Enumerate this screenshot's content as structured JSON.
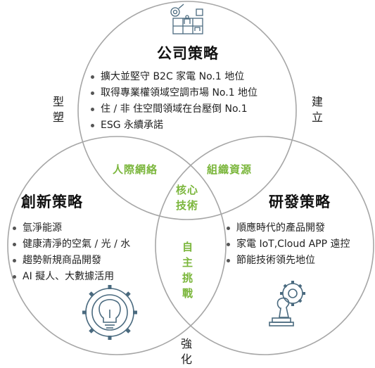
{
  "colors": {
    "ring": "#a6a6a6",
    "accent": "#7bb63c",
    "icon": "#4a6a7f"
  },
  "icons": {
    "company": "strategy-board-icon",
    "innovation": "lightbulb-gear-icon",
    "rd": "chess-gear-icon"
  },
  "company": {
    "title": "公司策略",
    "items": [
      "擴大並堅守 B2C 家電 No.1 地位",
      "取得專業權領域空調市場 No.1 地位",
      "住 / 非 住空間領域在台壓倒 No.1",
      "ESG 永續承諾"
    ]
  },
  "innovation": {
    "title": "創新策略",
    "items": [
      "氫淨能源",
      "健康清淨的空氣 / 光 / 水",
      "趨勢新規商品開發",
      "AI 擬人、大數據活用"
    ]
  },
  "rd": {
    "title": "研發策略",
    "items": [
      "順應時代的產品開發",
      "家電 IoT,Cloud APP 遠控",
      "節能技術領先地位"
    ]
  },
  "overlaps": {
    "company_innovation": "人際網絡",
    "company_rd": "組織資源",
    "innovation_rd": "自主挑戰",
    "core": "核心技術"
  },
  "relations": {
    "shape": "型塑",
    "build": "建立",
    "strengthen": "強化"
  }
}
